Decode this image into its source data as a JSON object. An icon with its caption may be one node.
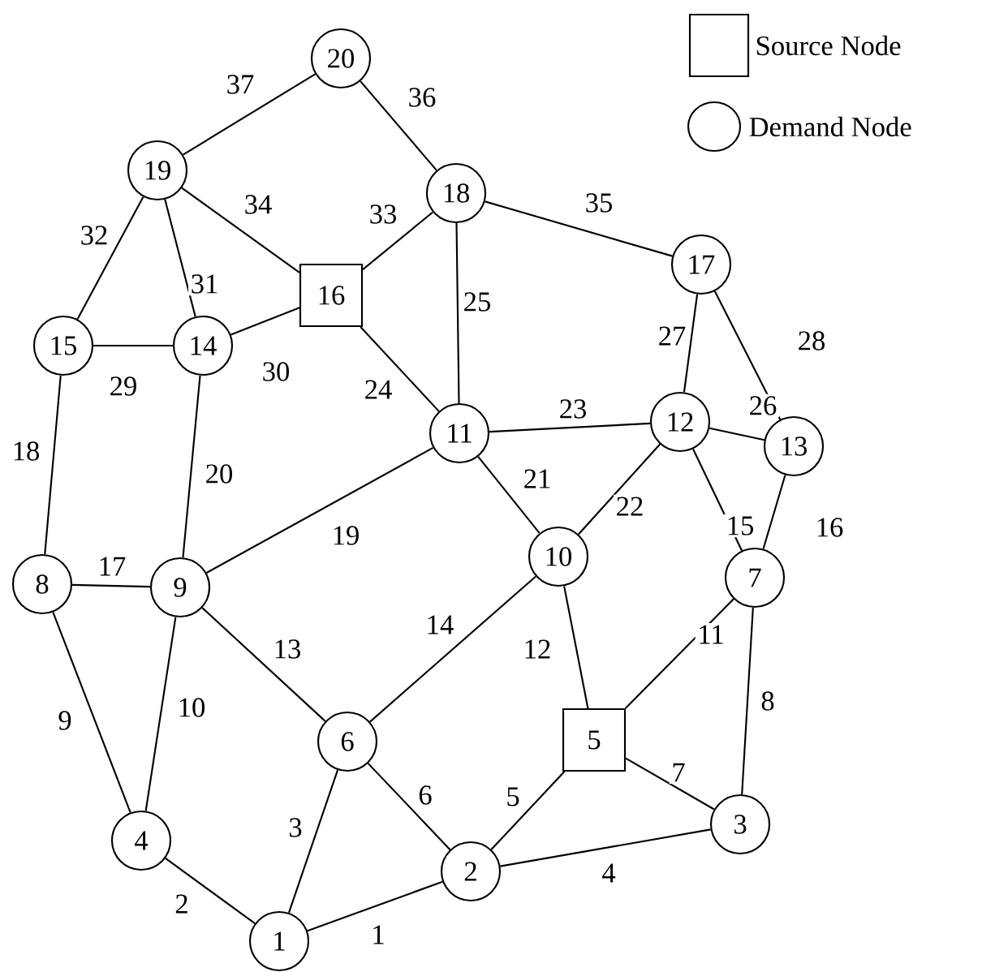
{
  "diagram": {
    "nodes": [
      {
        "text": [
          "1"
        ]
      },
      {
        "text": [
          "2"
        ]
      },
      {
        "text": [
          "3"
        ]
      },
      {
        "text": [
          "4"
        ]
      },
      {
        "text": [
          "5"
        ]
      },
      {
        "text": [
          "6"
        ]
      },
      {
        "text": [
          "7"
        ]
      },
      {
        "text": [
          "8"
        ]
      },
      {
        "text": [
          "9"
        ]
      },
      {
        "text": [
          "10"
        ]
      },
      {
        "text": [
          "11"
        ]
      },
      {
        "text": [
          "12"
        ]
      },
      {
        "text": [
          "13"
        ]
      },
      {
        "text": [
          "14"
        ]
      },
      {
        "text": [
          "15"
        ]
      },
      {
        "text": [
          "16"
        ]
      },
      {
        "text": [
          "17"
        ]
      },
      {
        "text": [
          "18"
        ]
      },
      {
        "text": [
          "19"
        ]
      },
      {
        "text": [
          "20"
        ]
      }
    ],
    "edges": [
      {
        "from": 0,
        "to": 1,
        "arrow": "none",
        "label": "1"
      },
      {
        "from": 0,
        "to": 3,
        "arrow": "none",
        "label": "2"
      },
      {
        "from": 0,
        "to": 5,
        "arrow": "none",
        "label": "3"
      },
      {
        "from": 1,
        "to": 2,
        "arrow": "none",
        "label": "4"
      },
      {
        "from": 1,
        "to": 4,
        "arrow": "none",
        "label": "5"
      },
      {
        "from": 1,
        "to": 5,
        "arrow": "none",
        "label": "6"
      },
      {
        "from": 4,
        "to": 2,
        "arrow": "none",
        "label": "7"
      },
      {
        "from": 2,
        "to": 6,
        "arrow": "none",
        "label": "8"
      },
      {
        "from": 3,
        "to": 7,
        "arrow": "none",
        "label": "9"
      },
      {
        "from": 3,
        "to": 8,
        "arrow": "none",
        "label": "10"
      },
      {
        "from": 4,
        "to": 6,
        "arrow": "none",
        "label": "11"
      },
      {
        "from": 4,
        "to": 9,
        "arrow": "none",
        "label": "12"
      },
      {
        "from": 5,
        "to": 8,
        "arrow": "none",
        "label": "13"
      },
      {
        "from": 5,
        "to": 9,
        "arrow": "none",
        "label": "14"
      },
      {
        "from": 6,
        "to": 11,
        "arrow": "none",
        "label": "15"
      },
      {
        "from": 6,
        "to": 12,
        "arrow": "none",
        "label": "16"
      },
      {
        "from": 7,
        "to": 8,
        "arrow": "none",
        "label": "17"
      },
      {
        "from": 7,
        "to": 14,
        "arrow": "none",
        "label": "18"
      },
      {
        "from": 8,
        "to": 10,
        "arrow": "none",
        "label": "19"
      },
      {
        "from": 8,
        "to": 13,
        "arrow": "none",
        "label": "20"
      },
      {
        "from": 9,
        "to": 10,
        "arrow": "none",
        "label": "21"
      },
      {
        "from": 9,
        "to": 11,
        "arrow": "none",
        "label": "22"
      },
      {
        "from": 10,
        "to": 11,
        "arrow": "none",
        "label": "23"
      },
      {
        "from": 10,
        "to": 15,
        "arrow": "none",
        "label": "24"
      },
      {
        "from": 10,
        "to": 17,
        "arrow": "none",
        "label": "25"
      },
      {
        "from": 11,
        "to": 12,
        "arrow": "none",
        "label": "26"
      },
      {
        "from": 11,
        "to": 16,
        "arrow": "none",
        "label": "27"
      },
      {
        "from": 12,
        "to": 16,
        "arrow": "none",
        "label": "28"
      },
      {
        "from": 13,
        "to": 14,
        "arrow": "none",
        "label": "29"
      },
      {
        "from": 13,
        "to": 15,
        "arrow": "none",
        "label": "30"
      },
      {
        "from": 13,
        "to": 18,
        "arrow": "none",
        "label": "31"
      },
      {
        "from": 14,
        "to": 18,
        "arrow": "none",
        "label": "32"
      },
      {
        "from": 15,
        "to": 17,
        "arrow": "none",
        "label": "33"
      },
      {
        "from": 15,
        "to": 18,
        "arrow": "none",
        "label": "34"
      },
      {
        "from": 16,
        "to": 17,
        "arrow": "none",
        "label": "35"
      },
      {
        "from": 17,
        "to": 19,
        "arrow": "none",
        "label": "36"
      },
      {
        "from": 18,
        "to": 19,
        "arrow": "none",
        "label": "37"
      }
    ],
    "legend": [
      {
        "text": "Source Node"
      },
      {
        "text": "Demand Node"
      }
    ]
  }
}
